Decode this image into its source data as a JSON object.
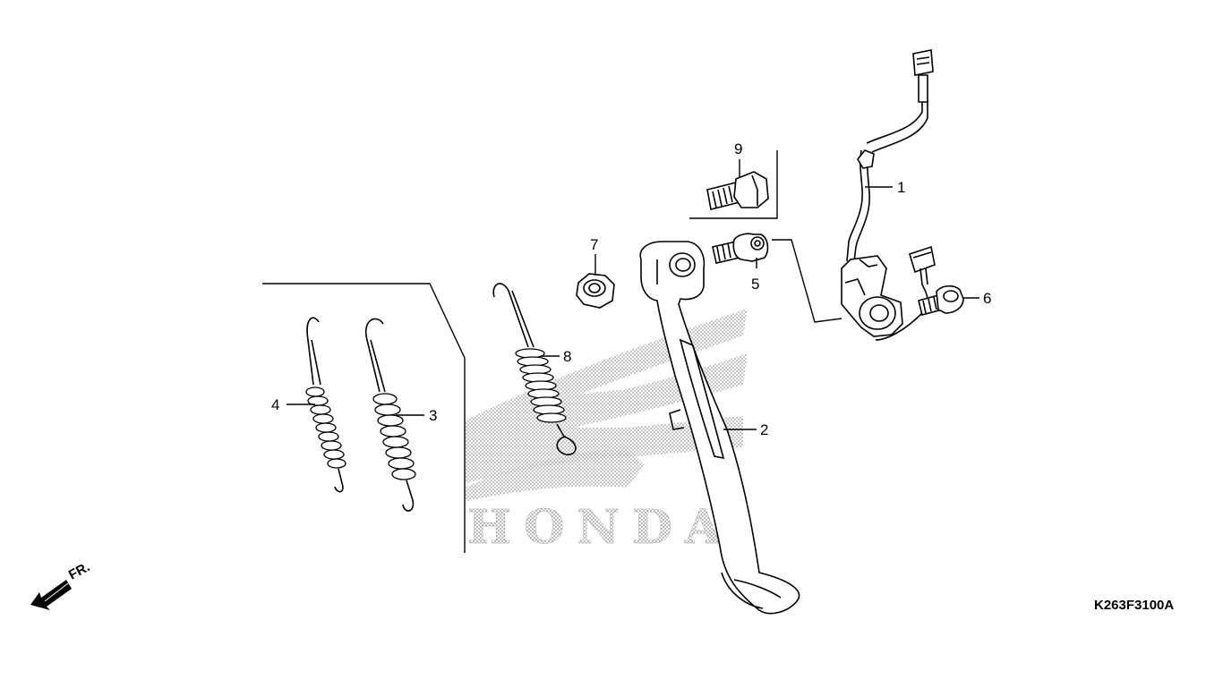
{
  "diagram": {
    "drawing_code": "K263F3100A",
    "direction_marker": "FR.",
    "watermark_text": "HONDA",
    "watermark_color": "#9a9a9a",
    "icons": [
      "honda-wing-logo-watermark",
      "front-direction-arrow-icon"
    ],
    "callouts": [
      {
        "id": "1",
        "label": "1"
      },
      {
        "id": "2",
        "label": "2"
      },
      {
        "id": "3",
        "label": "3"
      },
      {
        "id": "4",
        "label": "4"
      },
      {
        "id": "5",
        "label": "5"
      },
      {
        "id": "6",
        "label": "6"
      },
      {
        "id": "7",
        "label": "7"
      },
      {
        "id": "8",
        "label": "8"
      },
      {
        "id": "9",
        "label": "9"
      }
    ]
  }
}
